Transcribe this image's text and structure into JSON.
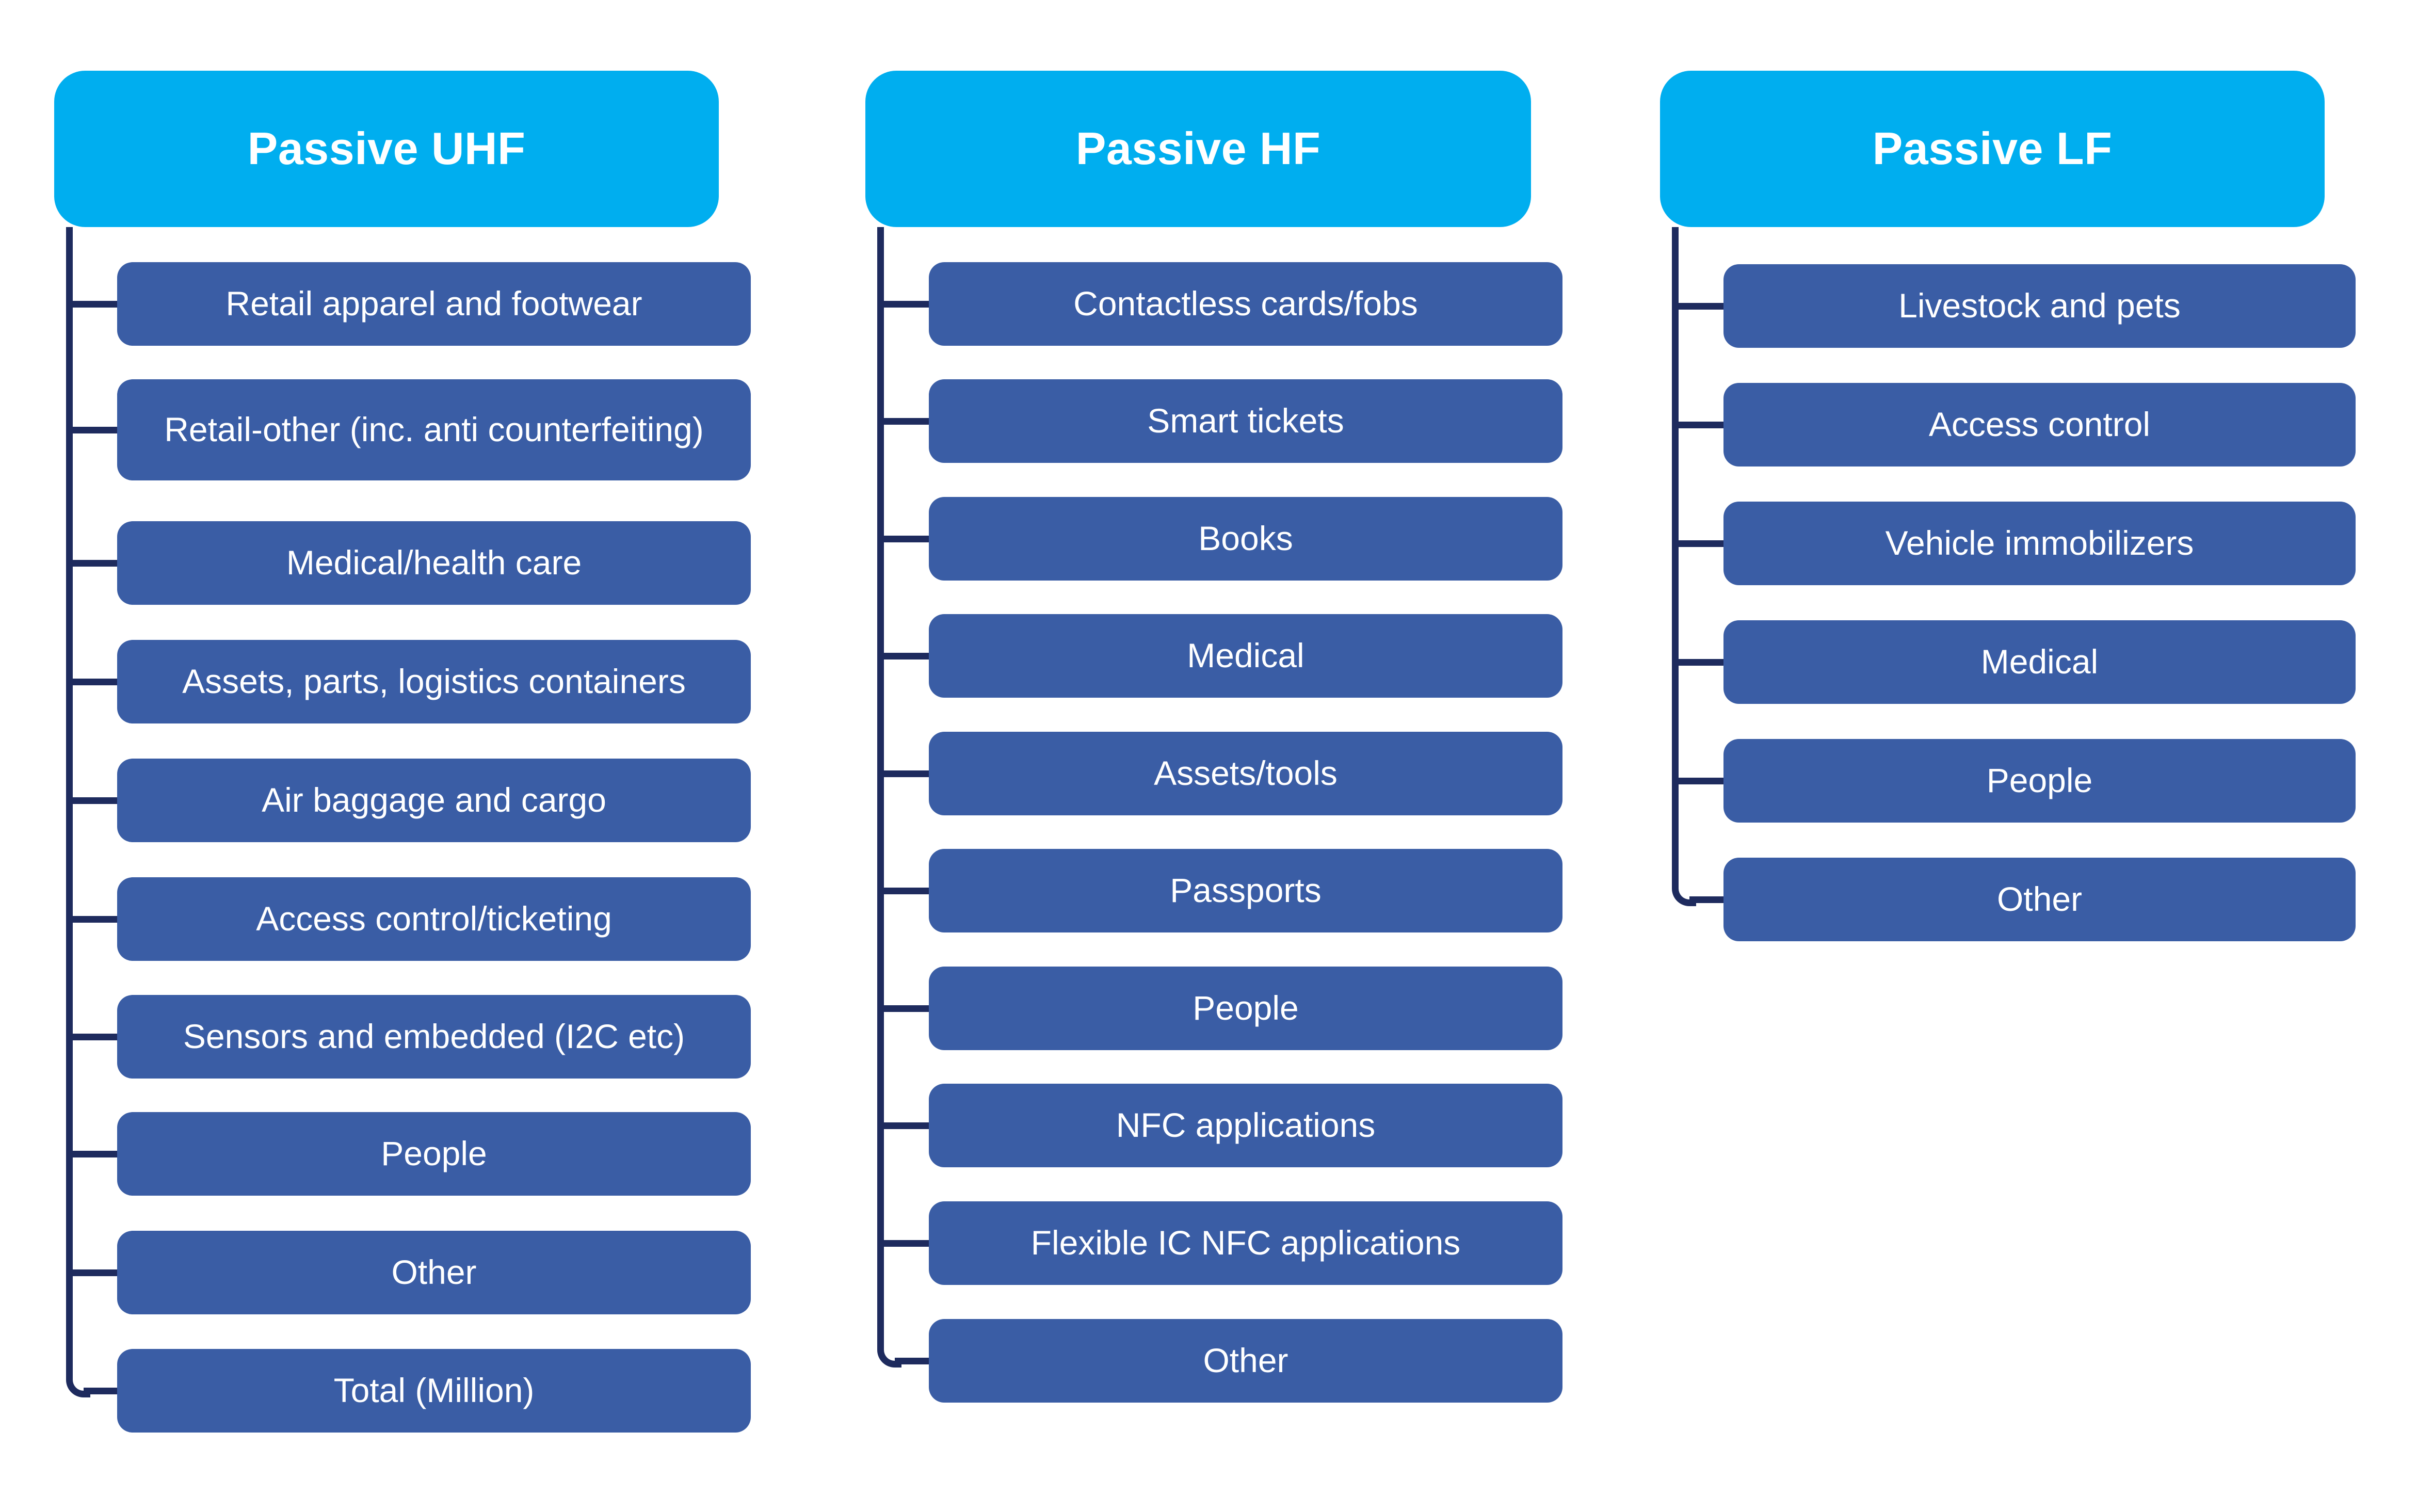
{
  "diagram": {
    "type": "three-column-hierarchy",
    "background_color": "#FFFFFF",
    "header_color": "#00AEEF",
    "node_color": "#3A5DA5",
    "connector_color": "#1E2B5E",
    "text_color": "#FFFFFF"
  },
  "columns": [
    {
      "id": "passive-uhf",
      "header": "Passive UHF",
      "items": [
        "Retail apparel and footwear",
        "Retail-other (inc. anti counterfeiting)",
        "Medical/health care",
        "Assets, parts, logistics containers",
        "Air baggage and cargo",
        "Access control/ticketing",
        "Sensors and embedded (I2C etc)",
        "People",
        "Other",
        "Total (Million)"
      ]
    },
    {
      "id": "passive-hf",
      "header": "Passive HF",
      "items": [
        "Contactless cards/fobs",
        "Smart tickets",
        "Books",
        "Medical",
        "Assets/tools",
        "Passports",
        "People",
        "NFC applications",
        "Flexible IC NFC applications",
        "Other"
      ]
    },
    {
      "id": "passive-lf",
      "header": "Passive LF",
      "items": [
        "Livestock and pets",
        "Access control",
        "Vehicle immobilizers",
        "Medical",
        "People",
        "Other"
      ]
    }
  ]
}
